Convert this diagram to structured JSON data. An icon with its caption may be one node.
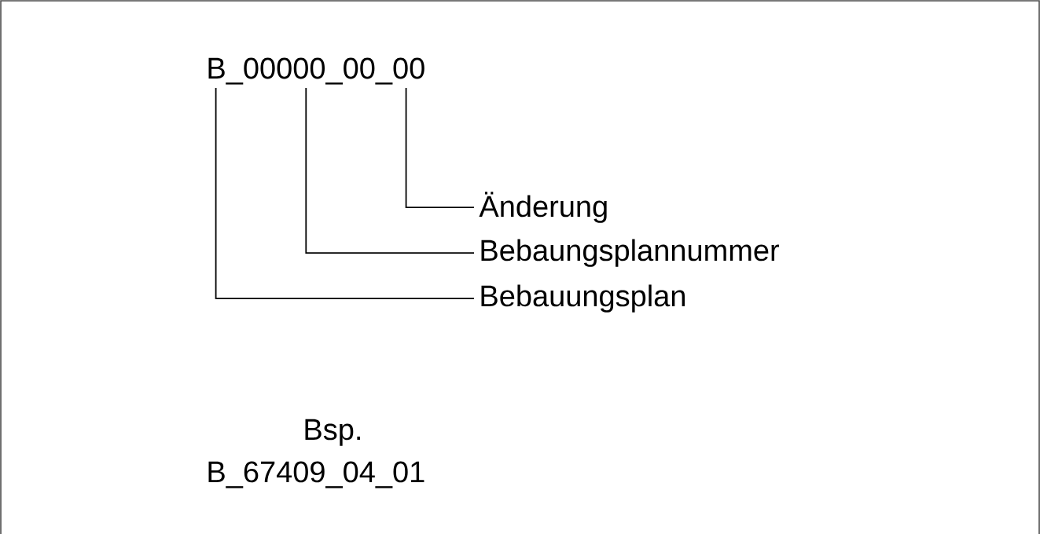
{
  "diagram": {
    "nodes": [
      {
        "text": [
          "B_00000_00_00"
        ]
      },
      {
        "text": [
          "Änderung"
        ]
      },
      {
        "text": [
          "Bebaungsplannummer"
        ]
      },
      {
        "text": [
          "Bebauungsplan"
        ]
      }
    ],
    "edges": [
      {
        "from": 1,
        "to": 0,
        "arrow": "none"
      },
      {
        "from": 2,
        "to": 0,
        "arrow": "none"
      },
      {
        "from": 3,
        "to": 0,
        "arrow": "none"
      }
    ],
    "labels": [
      "Bsp.",
      "B_67409_04_01"
    ]
  }
}
